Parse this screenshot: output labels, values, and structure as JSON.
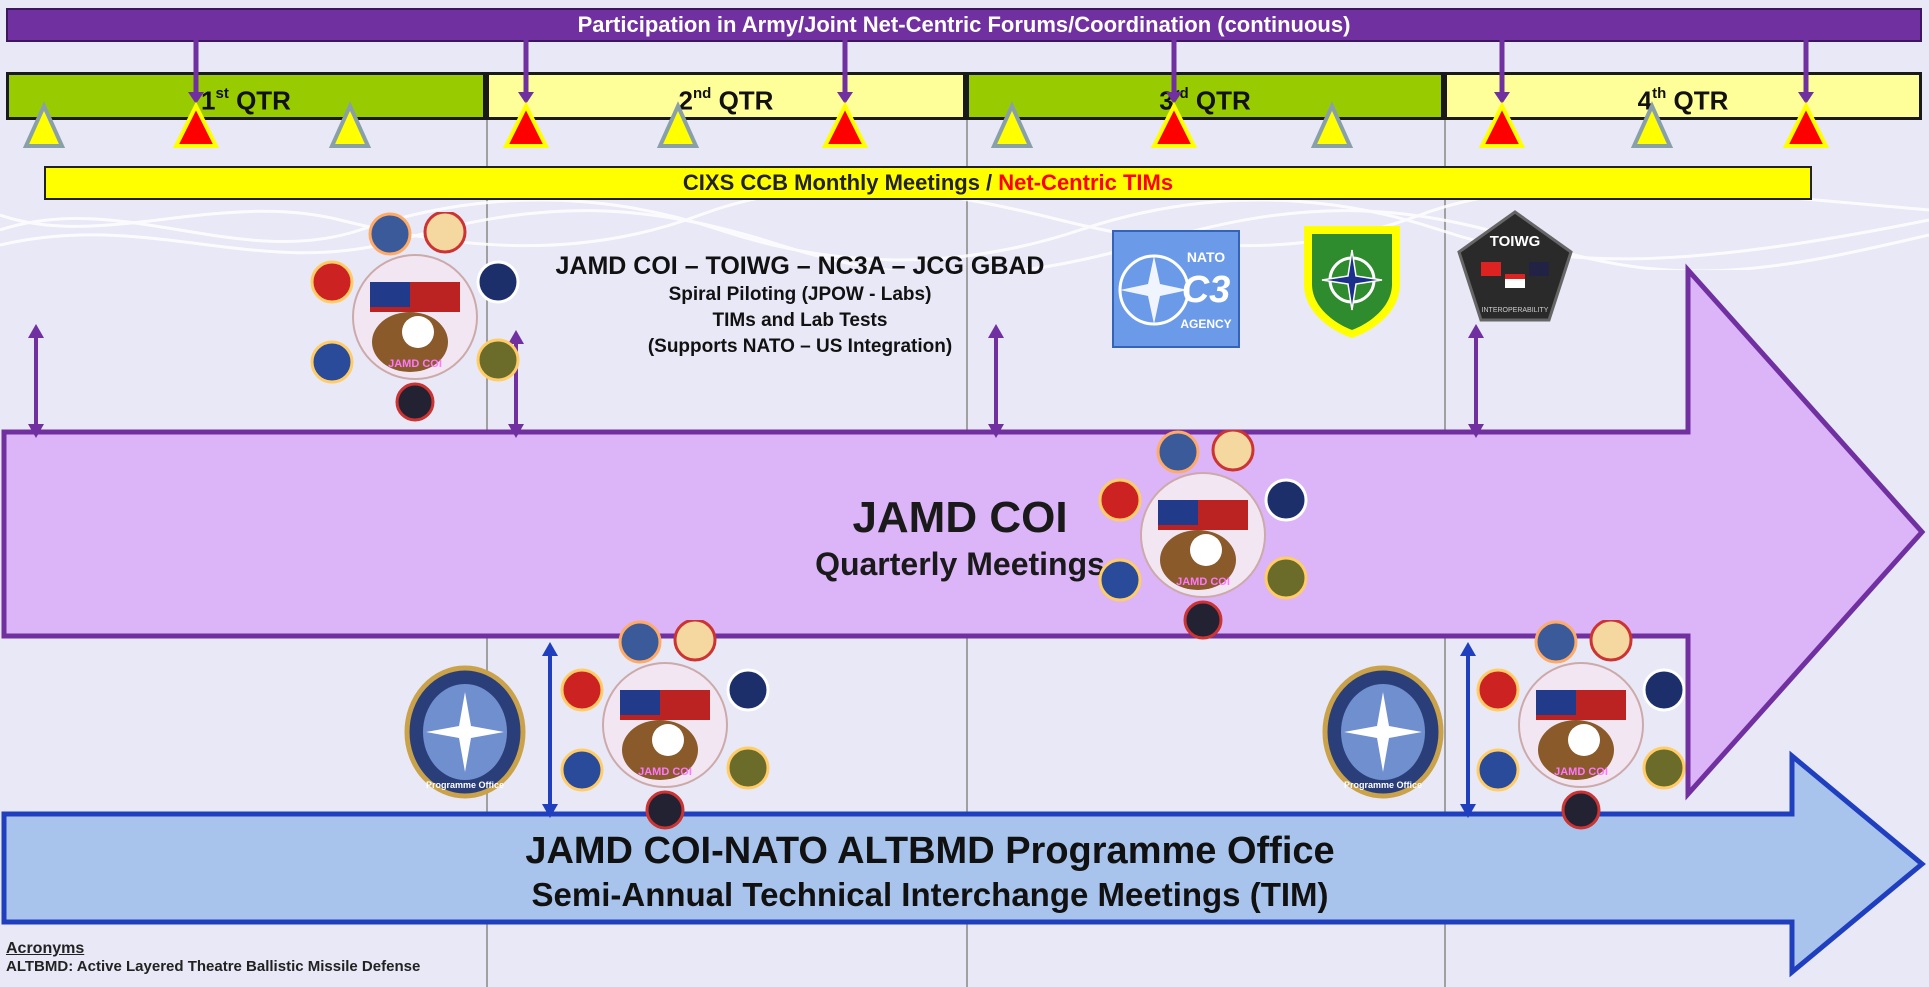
{
  "top_banner": "Participation in Army/Joint Net-Centric Forums/Coordination (continuous)",
  "quarters": [
    {
      "num": "1",
      "suffix": "st",
      "label": " QTR",
      "color": "#99cc00"
    },
    {
      "num": "2",
      "suffix": "nd",
      "label": " QTR",
      "color": "#ffff99"
    },
    {
      "num": "3",
      "suffix": "rd",
      "label": " QTR",
      "color": "#99cc00"
    },
    {
      "num": "4",
      "suffix": "th",
      "label": " QTR",
      "color": "#ffff99"
    }
  ],
  "ccb_bar": {
    "part1": "CIXS CCB Monthly Meetings / ",
    "part2": "Net-Centric TIMs"
  },
  "toiwg_block": {
    "title": "JAMD COI – TOIWG – NC3A – JCG GBAD",
    "line1": "Spiral Piloting (JPOW - Labs)",
    "line2": "TIMs and Lab Tests",
    "line3": "(Supports NATO – US Integration)"
  },
  "coi_arrow": {
    "title": "JAMD COI",
    "subtitle": "Quarterly Meetings",
    "color": "#dcb4f8"
  },
  "nato_arrow": {
    "title": "JAMD COI-NATO ALTBMD Programme Office",
    "subtitle": "Semi-Annual Technical Interchange Meetings (TIM)",
    "color": "#a8c4ec"
  },
  "logos": {
    "jamd_seal": "JAMD COI",
    "nato_c3": {
      "top": "NATO",
      "big": "C3",
      "bottom": "AGENCY"
    },
    "toiwg": {
      "top": "TOIWG",
      "bottom": "INTEROPERABILITY"
    },
    "altbmd_seal": "Programme Office"
  },
  "acronyms": {
    "heading": "Acronyms",
    "items": [
      "ALTBMD: Active Layered Theatre Ballistic Missile Defense"
    ]
  },
  "colors": {
    "purple": "#7030a0",
    "yellow_triangle": "#ffff00",
    "red_triangle": "#ff0000",
    "blue_arrow": "#1f3fbf"
  }
}
